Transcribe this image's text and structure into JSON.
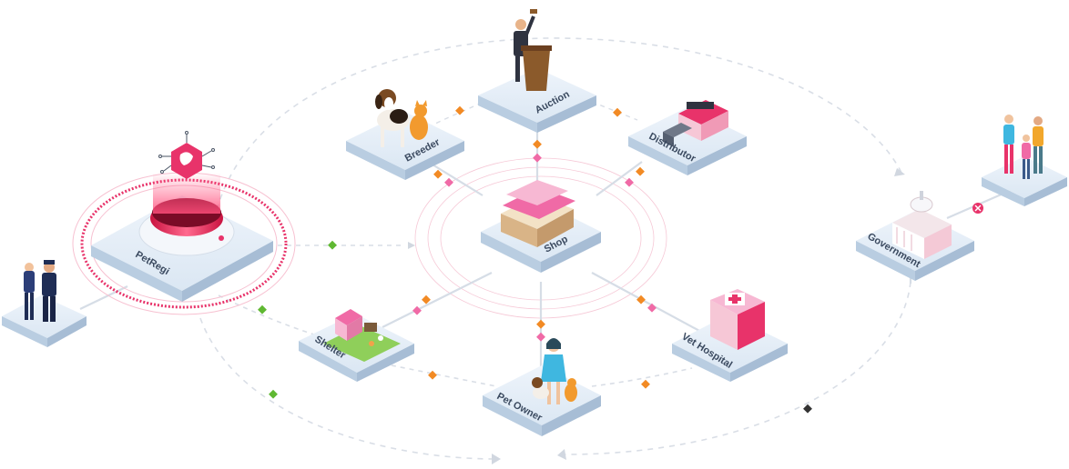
{
  "nodes": {
    "petregi": "PetRegi",
    "shop": "Shop",
    "auction": "Auction",
    "breeder": "Breeder",
    "distributor": "Distributor",
    "shelter": "Shelter",
    "pet_owner": "Pet Owner",
    "vet_hospital": "Vet Hospital",
    "government": "Government"
  },
  "colors": {
    "accent": "#e8336a",
    "tile_top": "#e4eef8",
    "tile_side": "#b9cde1",
    "connector": "#cfd8e3",
    "dot_orange": "#f28a24",
    "dot_pink": "#f06aa6",
    "dot_green": "#5fb832",
    "dot_dark": "#333333"
  },
  "icons": {
    "petregi": "petregi-logo-icon",
    "police": "police-officers-icon",
    "family": "family-icon",
    "close": "close-icon"
  }
}
